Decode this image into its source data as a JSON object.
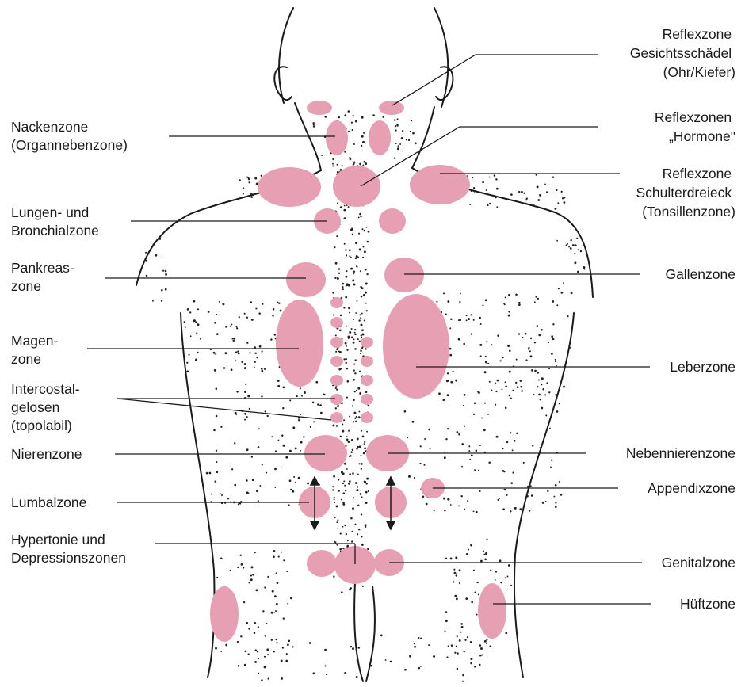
{
  "labels_left": {
    "nacken": [
      "Nackenzone",
      "(Organnebenzone)"
    ],
    "lungen": [
      "Lungen- und",
      "Bronchialzone"
    ],
    "pankreas": [
      "Pankreas-",
      "zone"
    ],
    "magen": [
      "Magen-",
      "zone"
    ],
    "intercostal": [
      "Intercostal-",
      "gelosen",
      "(topolabil)"
    ],
    "nieren": [
      "Nierenzone"
    ],
    "lumbal": [
      "Lumbalzone"
    ],
    "hypertonie": [
      "Hypertonie und",
      "Depressionszonen"
    ]
  },
  "labels_right": {
    "gesicht": [
      "Reflexzone",
      "Gesichtsschädel",
      "(Ohr/Kiefer)"
    ],
    "hormone": [
      "Reflexzonen",
      "„Hormone\""
    ],
    "schulter": [
      "Reflexzone",
      "Schulterdreieck",
      "(Tonsillenzone)"
    ],
    "gallen": [
      "Gallenzone"
    ],
    "leber": [
      "Leberzone"
    ],
    "nebennieren": [
      "Nebennierenzone"
    ],
    "appendix": [
      "Appendixzone"
    ],
    "genital": [
      "Genitalzone"
    ],
    "hueft": [
      "Hüftzone"
    ]
  },
  "colors": {
    "zone_fill": "#e7a0b3",
    "line": "#1a1a1a",
    "dots": "#222222"
  }
}
